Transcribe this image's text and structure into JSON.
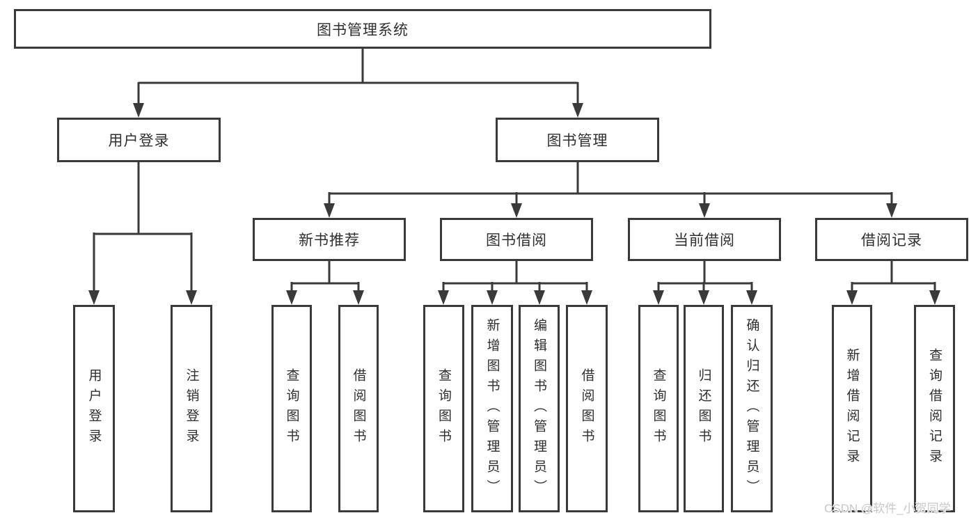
{
  "colors": {
    "line": "#3a3a3a",
    "text": "#2f2f2f",
    "box_fill": "#ffffff",
    "watermark": "#c8c8c8"
  },
  "diagram": {
    "root": {
      "label": "图书管理系统"
    },
    "level2": [
      {
        "label": "用户登录"
      },
      {
        "label": "图书管理"
      }
    ],
    "level3": [
      {
        "label": "新书推荐"
      },
      {
        "label": "图书借阅"
      },
      {
        "label": "当前借阅"
      },
      {
        "label": "借阅记录"
      }
    ],
    "leaf_groups": [
      {
        "parent": "用户登录",
        "items": [
          "用户登录",
          "注销登录"
        ]
      },
      {
        "parent": "新书推荐",
        "items": [
          "查询图书",
          "借阅图书"
        ]
      },
      {
        "parent": "图书借阅",
        "items": [
          "查询图书",
          "新增图书（管理员）",
          "编辑图书（管理员）",
          "借阅图书"
        ]
      },
      {
        "parent": "当前借阅",
        "items": [
          "查询图书",
          "归还图书",
          "确认归还（管理员）"
        ]
      },
      {
        "parent": "借阅记录",
        "items": [
          "新增借阅记录",
          "查询借阅记录"
        ]
      }
    ]
  },
  "watermark": {
    "text": "CSDN @软件_小贺同学"
  }
}
